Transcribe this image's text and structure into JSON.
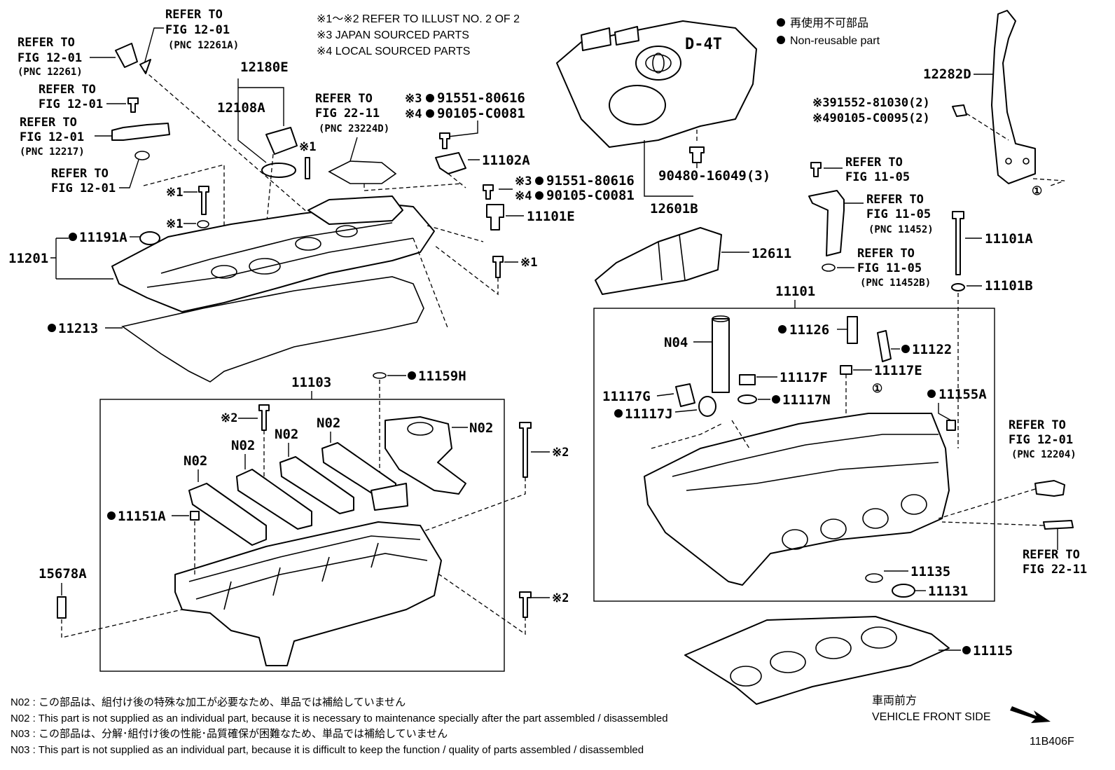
{
  "notes": [
    "※1～※2 REFER TO ILLUST NO. 2 OF 2",
    "※3 JAPAN SOURCED PARTS",
    "※4 LOCAL SOURCED PARTS"
  ],
  "legend": {
    "jp": "再使用不可部品",
    "en": "Non-reusable part"
  },
  "refs": {
    "fig1201": "FIG 12-01",
    "fig2211": "FIG 22-11",
    "fig1105": "FIG 11-05",
    "refer_to": "REFER TO",
    "pnc_12261": "(PNC 12261)",
    "pnc_12261a": "(PNC 12261A)",
    "pnc_12217": "(PNC 12217)",
    "pnc_23224d": "(PNC 23224D)",
    "pnc_11452": "(PNC 11452)",
    "pnc_11452b": "(PNC 11452B)",
    "pnc_12204": "(PNC 12204)"
  },
  "labels": {
    "p12180E": "12180E",
    "p12108A": "12108A",
    "p11201": "11201",
    "p11191A": "11191A",
    "p11213": "11213",
    "x1": "※1",
    "x2": "※2",
    "p11102A": "11102A",
    "p11101E": "11101E",
    "bolt3a": "※3",
    "bolt3a_pn": "91551-80616",
    "bolt4a": "※4",
    "bolt4a_pn": "90105-C0081",
    "p90480": "90480-16049(3)",
    "p12601B": "12601B",
    "p12611": "12611",
    "p12282D": "12282D",
    "bolt3c": "※391552-81030(2)",
    "bolt4c": "※490105-C0095(2)",
    "p11101A": "11101A",
    "p11101B": "11101B",
    "p11101": "11101",
    "pN04": "N04",
    "p11126": "11126",
    "p11122": "11122",
    "p11117F": "11117F",
    "p11117E": "11117E",
    "p11117G": "11117G",
    "p11117J": "11117J",
    "p11117N": "11117N",
    "p11155A": "11155A",
    "circle1": "①",
    "p11135": "11135",
    "p11131": "11131",
    "p11115": "11115",
    "p11103": "11103",
    "p11159H": "11159H",
    "pN02": "N02",
    "p11151A": "11151A",
    "p15678A": "15678A",
    "logo_text": "D-4T"
  },
  "footnotes": [
    "N02 : この部品は、組付け後の特殊な加工が必要なため、単品では補給していません",
    "N02 : This part is not supplied as an individual part, because it is necessary to maintenance specially after the part assembled / disassembled",
    "N03 : この部品は、分解･組付け後の性能･品質確保が困難なため、単品では補給していません",
    "N03 : This part is not supplied as an individual part, because it is difficult to keep the function / quality of parts  assembled / disassembled"
  ],
  "front": {
    "jp": "車両前方",
    "en": "VEHICLE FRONT SIDE"
  },
  "code": "11B406F"
}
